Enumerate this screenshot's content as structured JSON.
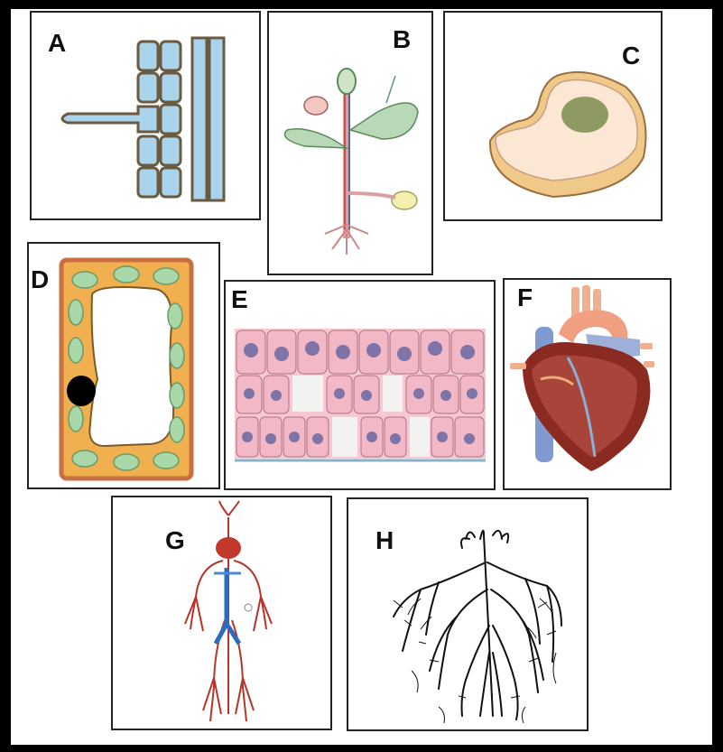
{
  "panels": [
    {
      "letter": "A",
      "icon": "root-hair-cell-icon"
    },
    {
      "letter": "B",
      "icon": "plant-vascular-system-icon"
    },
    {
      "letter": "C",
      "icon": "animal-cell-icon"
    },
    {
      "letter": "D",
      "icon": "plant-cell-icon"
    },
    {
      "letter": "E",
      "icon": "epithelial-tissue-icon"
    },
    {
      "letter": "F",
      "icon": "heart-icon"
    },
    {
      "letter": "G",
      "icon": "circulatory-system-icon"
    },
    {
      "letter": "H",
      "icon": "root-system-icon"
    }
  ]
}
